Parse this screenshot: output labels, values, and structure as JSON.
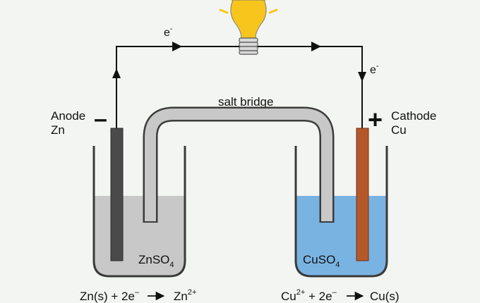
{
  "electron_label": "e",
  "electron_charge": "-",
  "salt_bridge_label": "salt bridge",
  "anode": {
    "title": "Anode",
    "metal": "Zn",
    "sign": "–",
    "solution_main": "ZnSO",
    "solution_sub": "4",
    "color": "#4a4a4a"
  },
  "cathode": {
    "title": "Cathode",
    "metal": "Cu",
    "sign": "+",
    "solution_main": "CuSO",
    "solution_sub": "4",
    "color": "#b4582a"
  },
  "left_solution_color": "#c8c8c8",
  "right_solution_color": "#79b3e2",
  "bulb_color": "#f8c51c",
  "eq_left": {
    "a": "Zn(s) + 2e",
    "a_sup": "–",
    "b": "Zn",
    "b_sup": "2+"
  },
  "eq_right": {
    "a": "Cu",
    "a_sup": "2+",
    "b": " + 2e",
    "b_sup": "–",
    "c": "Cu(s)"
  }
}
